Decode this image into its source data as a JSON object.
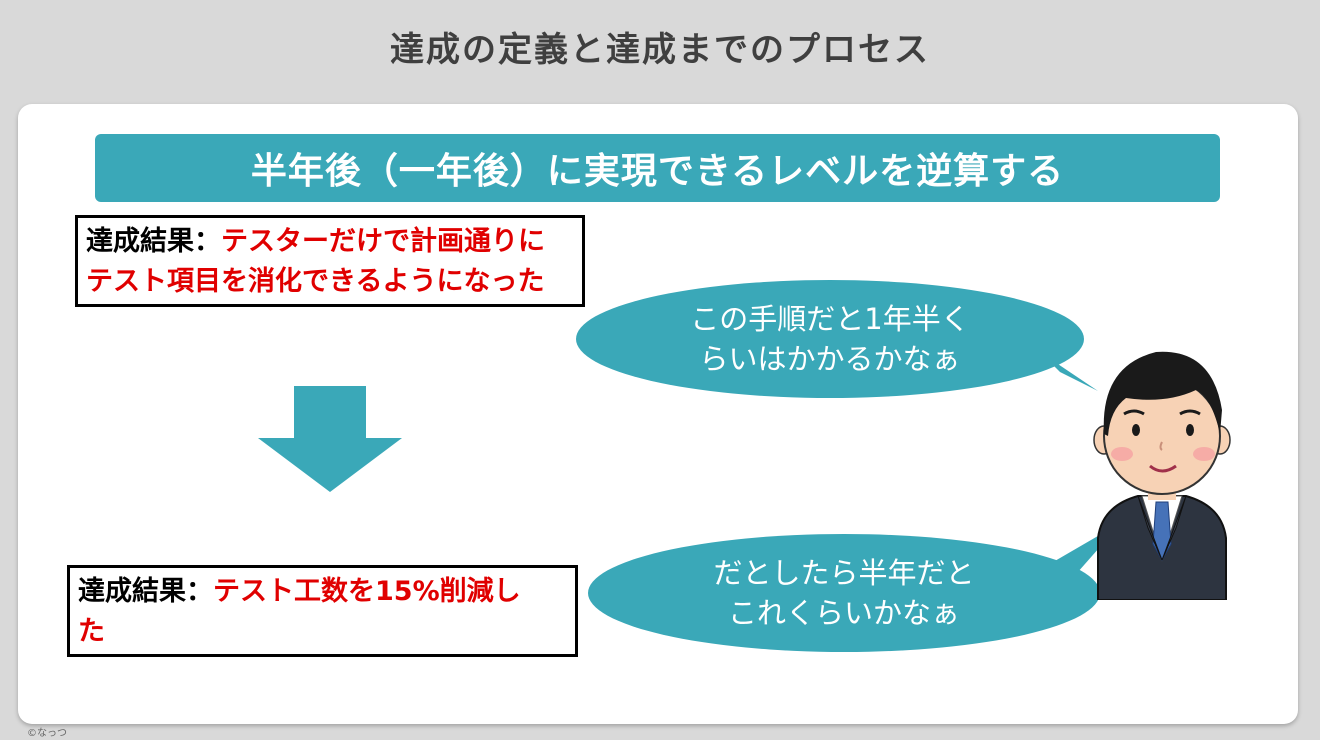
{
  "slide": {
    "title": "達成の定義と達成までのプロセス",
    "banner": "半年後（一年後）に実現できるレベルを逆算する",
    "result1": {
      "label": "達成結果：",
      "value_line1": "テスターだけで計画通りに",
      "value_line2": "テスト項目を消化できるようになった"
    },
    "result2": {
      "label": "達成結果：",
      "value_line1": "テスト工数を15%削減し",
      "value_line2": "た"
    },
    "bubble1": {
      "line1": "この手順だと1年半く",
      "line2": "らいはかかるかなぁ"
    },
    "bubble2": {
      "line1": "だとしたら半年だと",
      "line2": "これくらいかなぁ"
    },
    "copyright": "©なっつ"
  },
  "colors": {
    "accent": "#3aa8b8",
    "highlight_text": "#e00000",
    "title_text": "#3f3f3f",
    "slide_bg": "#d9d9d9"
  },
  "icons": [
    "down-arrow-icon",
    "businessman-illustration"
  ]
}
